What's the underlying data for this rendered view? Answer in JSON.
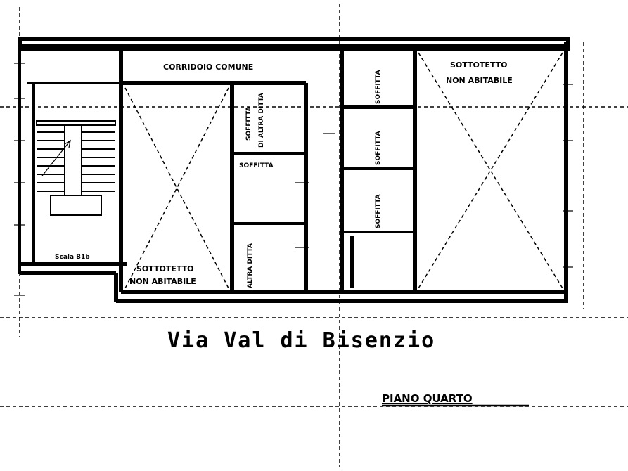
{
  "labels": {
    "corridoio": "CORRIDOIO COMUNE",
    "sottotetto_left_1": "SOTTOTETTO",
    "sottotetto_left_2": "NON ABITABILE",
    "sottotetto_right_1": "SOTTOTETTO",
    "sottotetto_right_2": "NON ABITABILE",
    "soffitta_top_1": "SOFFITTA",
    "soffitta_top_2": "DI ALTRA DITTA",
    "soffitta_mid": "SOFFITTA",
    "altra_ditta": "ALTRA DITTA",
    "soffitta_right_top": "SOFFITTA",
    "soffitta_right_mid": "SOFFITTA",
    "soffitta_right_low": "SOFFITTA",
    "stair_label": "Scala B1b"
  },
  "street_name": "Via Val di Bisenzio",
  "floor_name": "PIANO QUARTO",
  "colors": {
    "ink": "#000000",
    "paper": "#ffffff"
  }
}
